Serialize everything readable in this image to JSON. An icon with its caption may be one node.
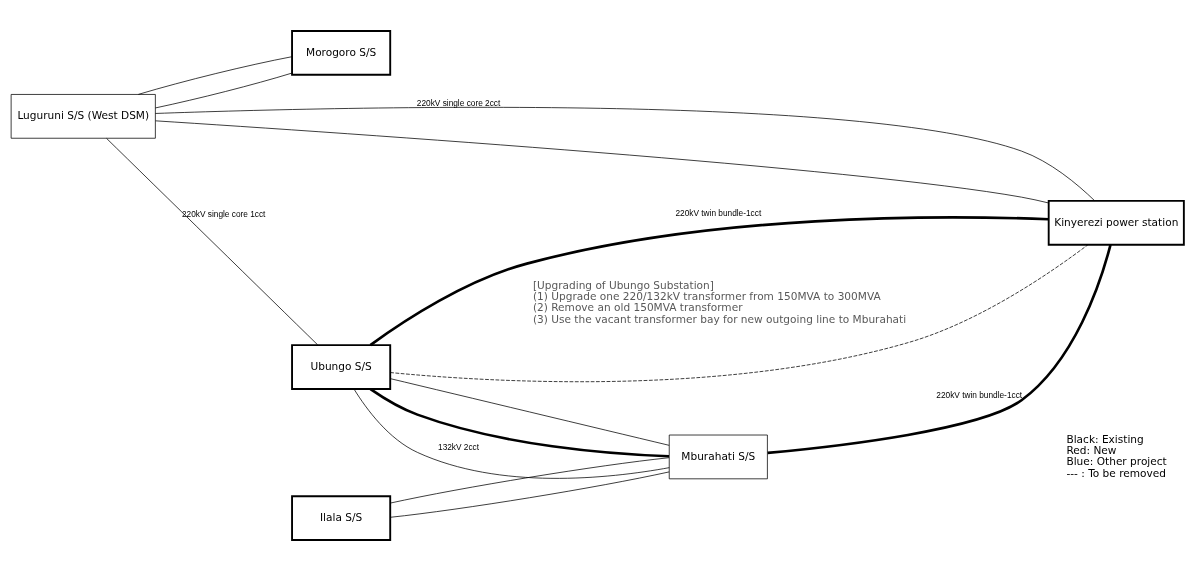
{
  "diagram": {
    "nodes": [
      {
        "text": [
          "Luguruni S/S (West DSM)"
        ]
      },
      {
        "text": [
          "Morogoro S/S"
        ]
      },
      {
        "text": [
          "Ubungo S/S"
        ]
      },
      {
        "text": [
          "Ilala S/S"
        ]
      },
      {
        "text": [
          "Mburahati S/S"
        ]
      },
      {
        "text": [
          "Kinyerezi power station"
        ]
      }
    ],
    "edges": [
      {
        "from": 0,
        "to": 1,
        "arrow": "none"
      },
      {
        "from": 0,
        "to": 1,
        "arrow": "none"
      },
      {
        "from": 0,
        "to": 2,
        "arrow": "none",
        "label": "220kV single core 1cct"
      },
      {
        "from": 0,
        "to": 5,
        "arrow": "none",
        "label": "220kV single core 2cct"
      },
      {
        "from": 0,
        "to": 5,
        "arrow": "none"
      },
      {
        "from": 2,
        "to": 5,
        "arrow": "none",
        "style": "dashed"
      },
      {
        "from": 2,
        "to": 5,
        "arrow": "none",
        "style": "thick",
        "label": "220kV twin bundle-1cct"
      },
      {
        "from": 4,
        "to": 5,
        "arrow": "none",
        "style": "thick",
        "label": "220kV twin bundle-1cct"
      },
      {
        "from": 2,
        "to": 4,
        "arrow": "none",
        "style": "thick"
      },
      {
        "from": 2,
        "to": 4,
        "arrow": "none",
        "label": "132kV 2cct"
      },
      {
        "from": 2,
        "to": 4,
        "arrow": "none"
      },
      {
        "from": 3,
        "to": 4,
        "arrow": "none"
      },
      {
        "from": 3,
        "to": 4,
        "arrow": "none"
      }
    ],
    "labels": [
      "[Upgrading of Ubungo Substation]",
      "(1) Upgrade one 220/132kV transformer from 150MVA to 300MVA",
      "(2) Remove an old 150MVA transformer",
      "(3) Use the vacant transformer bay for new outgoing line to Mburahati"
    ],
    "legend": [
      {
        "text": "Black: Existing"
      },
      {
        "text": "Red: New"
      },
      {
        "text": "Blue: Other project"
      },
      {
        "text": "--- : To be removed"
      }
    ]
  }
}
